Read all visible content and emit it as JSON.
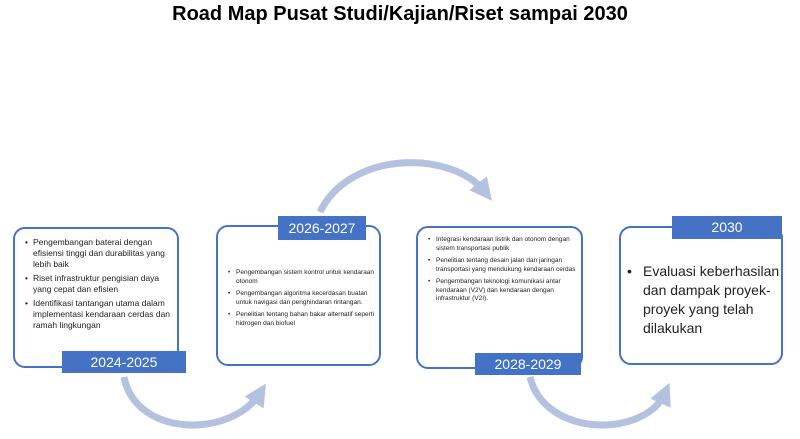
{
  "title": "Road Map Pusat Studi/Kajian/Riset sampai 2030",
  "phases": [
    {
      "period": "2024-2025",
      "items": [
        "Pengembangan baterai dengan efisiensi tinggi dan durabilitas yang lebih baik",
        "Riset infrastruktur pengisian daya yang cepat dan efisien",
        "Identifikasi tantangan utama dalam implementasi kendaraan cerdas dan ramah lingkungan"
      ]
    },
    {
      "period": "2026-2027",
      "items": [
        "Pengembangan sistem kontrol untuk kendaraan otonom",
        "Pengembangan algoritma kecerdasan buatan untuk navigasi dan penghindaran rintangan.",
        "Penelitian tentang bahan bakar alternatif seperti hidrogen dan biofuel"
      ]
    },
    {
      "period": "2028-2029",
      "items": [
        "Integrasi kendaraan listrik dan otonom dengan sistem transportasi publik",
        "Penelitian tentang desain jalan dan jaringan transportasi yang mendukung kendaraan cerdas",
        "Pengembangan teknologi komunikasi antar kendaraan (V2V) dan kendaraan dengan infrastruktur (V2I)."
      ]
    },
    {
      "period": "2030",
      "items": [
        "Evaluasi keberhasilan dan dampak proyek-proyek yang telah dilakukan"
      ]
    }
  ],
  "colors": {
    "accent": "#4472c4",
    "arrow": "#b4c2e0"
  }
}
